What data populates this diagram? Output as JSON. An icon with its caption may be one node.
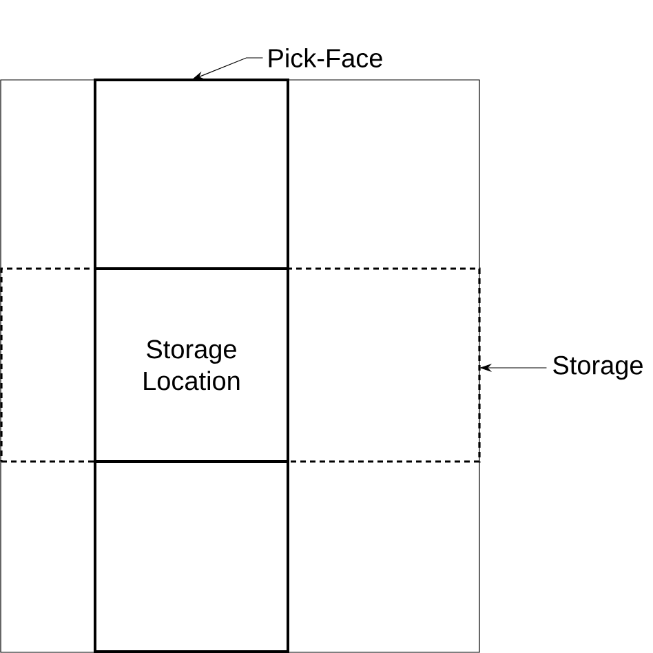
{
  "diagram": {
    "nodes": [
      {
        "text": [
          "Pick-Face"
        ]
      },
      {
        "text": [],
        "shape": "box"
      },
      {
        "text": [
          "Storage"
        ]
      },
      {
        "text": [],
        "shape": "box"
      },
      {
        "text": [
          "Storage Location"
        ]
      }
    ],
    "edges": [
      {
        "from": 0,
        "to": 1,
        "arrow": "to"
      },
      {
        "from": 2,
        "to": 3,
        "arrow": "to"
      }
    ]
  }
}
